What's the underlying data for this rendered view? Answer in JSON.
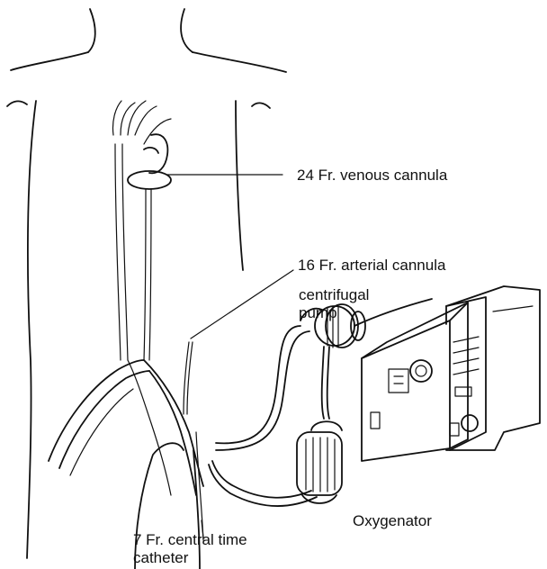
{
  "labels": {
    "venous_cannula": "24 Fr. venous cannula",
    "arterial_cannula": "16 Fr. arterial cannula",
    "pump": "centrifugal pump",
    "oxygenator": "Oxygenator",
    "central_line_1": "7 Fr. central time",
    "central_line_2": "catheter"
  },
  "colors": {
    "ink": "#111111",
    "background": "#ffffff"
  }
}
